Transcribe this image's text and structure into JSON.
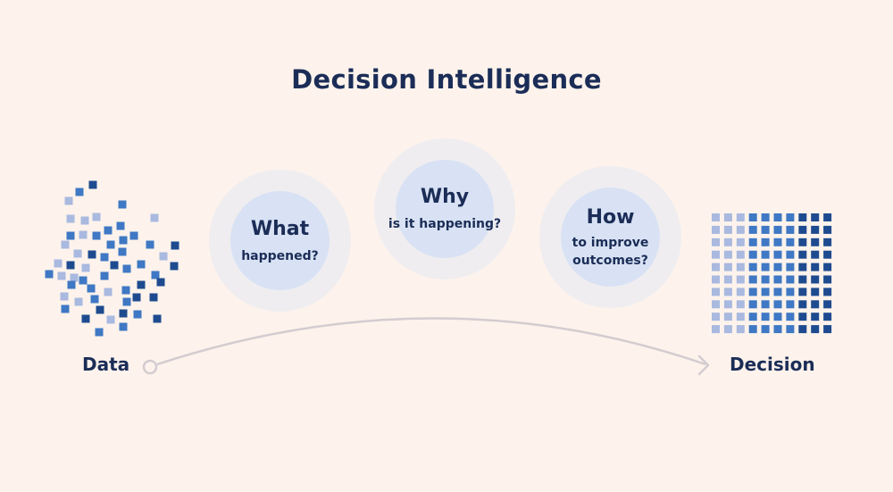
{
  "title": "Decision Intelligence",
  "stages": [
    {
      "question": "What",
      "detail": "happened?"
    },
    {
      "question": "Why",
      "detail": "is it happening?"
    },
    {
      "question": "How",
      "detail_lines": [
        "to improve",
        "outcomes?"
      ]
    }
  ],
  "start_label": "Data",
  "end_label": "Decision",
  "colors": {
    "background": "#fdf3ec",
    "text": "#1b2d57",
    "light_blue": "#a9b9df",
    "mid_blue": "#3f78c4",
    "dark_blue": "#1e4b8f",
    "circle_outer": "#efedf0",
    "circle_inner": "#d8e2f4",
    "arrow": "#d3ccd0"
  }
}
